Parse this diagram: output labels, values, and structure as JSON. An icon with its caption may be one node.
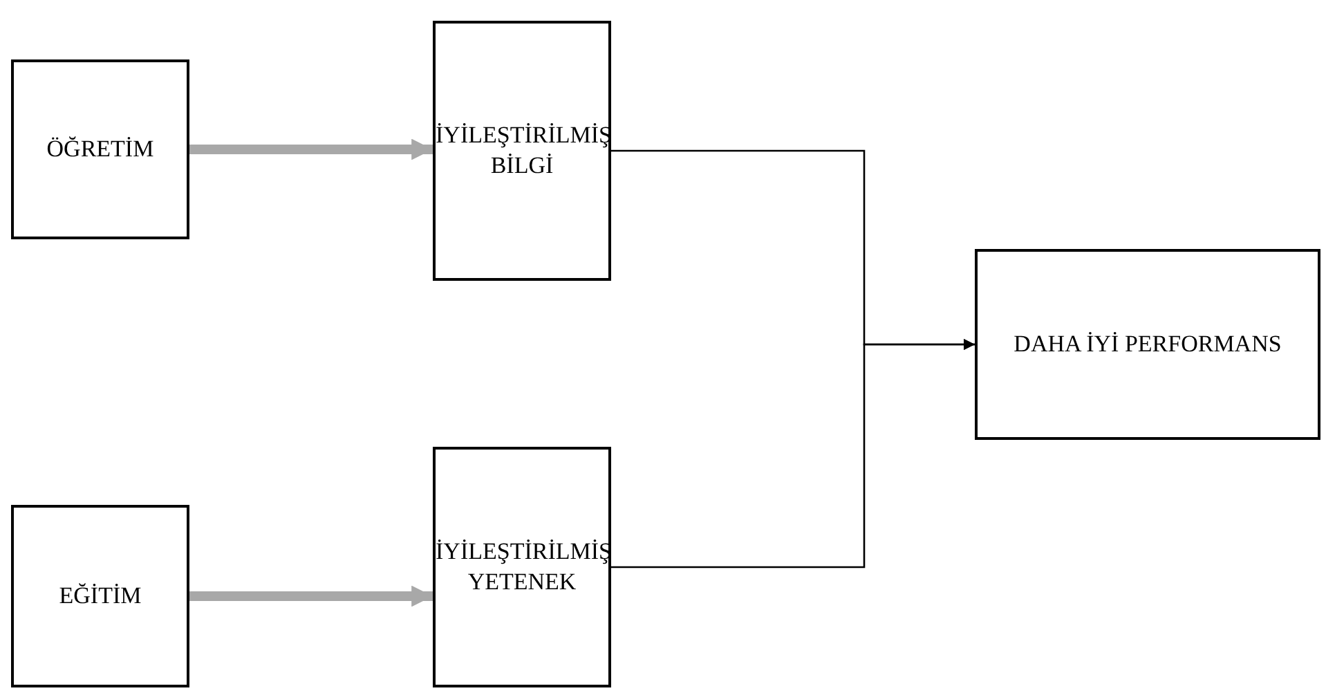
{
  "diagram": {
    "nodes": [
      {
        "text": [
          "ÖĞRETİM"
        ]
      },
      {
        "text": [
          "İYİLEŞTİRİLMİŞ BİLGİ"
        ]
      },
      {
        "text": [
          "DAHA İYİ PERFORMANS"
        ]
      },
      {
        "text": [
          "EĞİTİM"
        ]
      },
      {
        "text": [
          "İYİLEŞTİRİLMİŞ YETENEK"
        ]
      }
    ],
    "edges": [
      {
        "from": 0,
        "to": 1,
        "arrow": "to",
        "style": "thick",
        "color": "#a8a8a8"
      },
      {
        "from": 3,
        "to": 4,
        "arrow": "to",
        "style": "thick",
        "color": "#a8a8a8"
      },
      {
        "from": 1,
        "to": 2,
        "arrow": "to",
        "color": "#000000"
      },
      {
        "from": 4,
        "to": 2,
        "arrow": "to",
        "color": "#000000"
      }
    ]
  }
}
